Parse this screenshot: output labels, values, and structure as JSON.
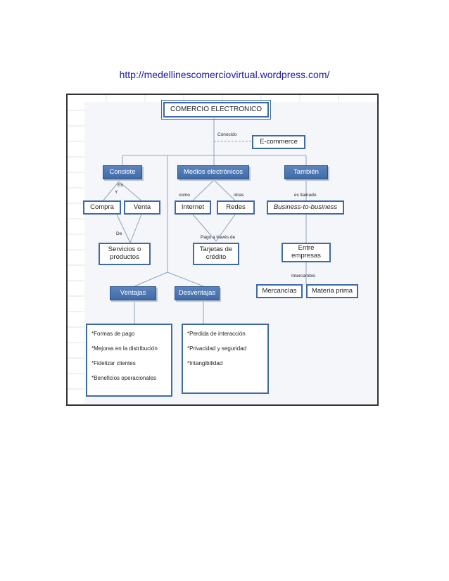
{
  "page": {
    "url": "http://medellinescomerciovirtual.wordpress.com/"
  },
  "diagram": {
    "title": "COMERCIO ELECTRONICO",
    "labels": {
      "conocido": "Conocido",
      "en": "En",
      "y": "Y",
      "de": "De",
      "como": "como",
      "otras": "otras",
      "pago": "Pago a través de",
      "es_llamado": "es llamado",
      "intercambio": "Intercambio"
    },
    "nodes": {
      "ecommerce": "E-commerce",
      "consiste": "Consiste",
      "medios": "Medios electrónicos",
      "tambien": "También",
      "compra": "Compra",
      "venta": "Venta",
      "internet": "Internet",
      "redes": "Redes",
      "b2b": "Business-to-business",
      "servicios": "Servicios o productos",
      "tarjetas": "Tarjetas de crédito",
      "entre": "Entre empresas",
      "mercancias": "Mercancías",
      "materia": "Materia prima",
      "ventajas": "Ventajas",
      "desventajas": "Desventajas"
    },
    "ventajas_list": [
      "*Formas de pago",
      "*Mejoras en la distribución",
      "*Fidelizar clientes",
      "*Beneficios operacionales"
    ],
    "desventajas_list": [
      "*Perdida de interacción",
      "*Privacidad y seguridad",
      "*Intangibilidad"
    ]
  }
}
